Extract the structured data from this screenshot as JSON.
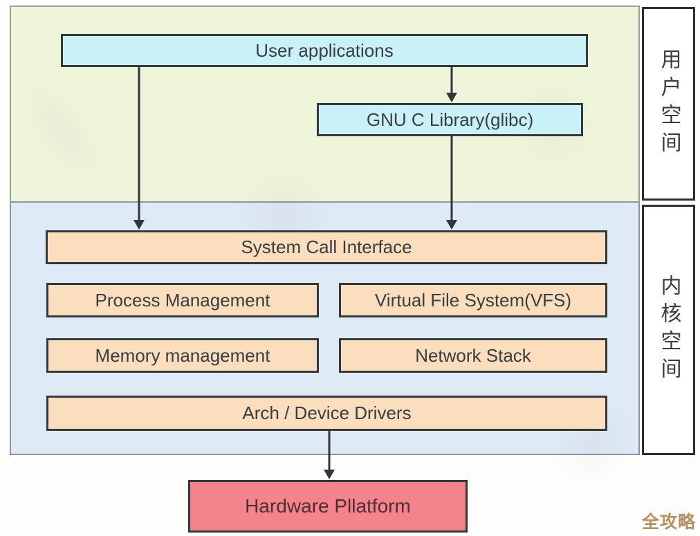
{
  "user_space": {
    "label": "用户空间",
    "boxes": [
      {
        "label": "User applications"
      },
      {
        "label": "GNU C Library(glibc)"
      }
    ]
  },
  "kernel_space": {
    "label": "内核空间",
    "boxes": [
      {
        "label": "System Call Interface"
      },
      {
        "label": "Process Management"
      },
      {
        "label": "Virtual File System(VFS)"
      },
      {
        "label": "Memory management"
      },
      {
        "label": "Network Stack"
      },
      {
        "label": "Arch / Device Drivers"
      }
    ]
  },
  "hardware": {
    "label": "Hardware Pllatform"
  },
  "watermark": {
    "text": "全攻略",
    "color": "#b3905f"
  },
  "colors": {
    "user_space_bg": "#eff5db",
    "kernel_space_bg": "#dfeaf7",
    "user_box_bg": "#c8f2f8",
    "kernel_box_bg": "#fbdebd",
    "hardware_box_bg": "#f4838b",
    "box_border": "#35383a",
    "arrow": "#333537",
    "text": "#3a3d40"
  },
  "arrows": [
    {
      "from": "User applications",
      "to": "System Call Interface"
    },
    {
      "from": "User applications",
      "to": "GNU C Library(glibc)"
    },
    {
      "from": "GNU C Library(glibc)",
      "to": "System Call Interface"
    },
    {
      "from": "Arch / Device Drivers",
      "to": "Hardware Pllatform"
    }
  ]
}
